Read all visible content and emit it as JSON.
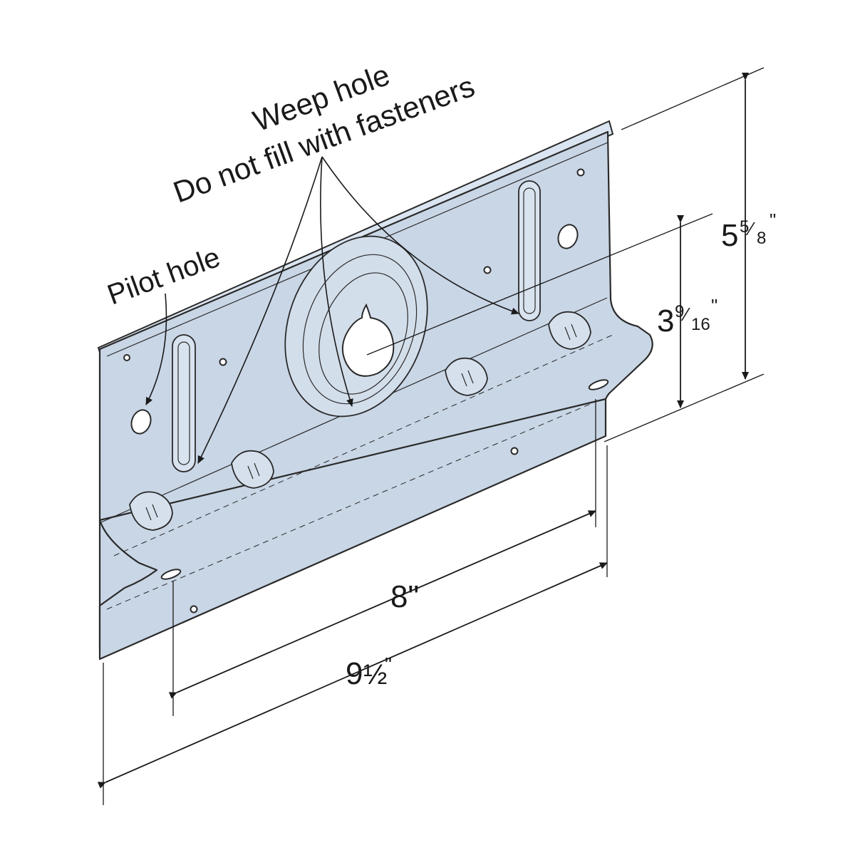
{
  "labels": {
    "weep_hole_line1": "Weep hole",
    "weep_hole_line2": "Do not fill with fasteners",
    "pilot_hole": "Pilot hole"
  },
  "dimensions": {
    "height_overall": {
      "whole": "5",
      "num": "5",
      "den": "8",
      "unit": "\""
    },
    "height_partial": {
      "whole": "3",
      "num": "9",
      "den": "16",
      "unit": "\""
    },
    "width_inner": "8\"",
    "width_overall": {
      "whole": "9",
      "frac": "½",
      "unit": "\""
    }
  },
  "colors": {
    "plate": "#c9d6e6",
    "line": "#1a1a1a",
    "background": "#ffffff"
  }
}
